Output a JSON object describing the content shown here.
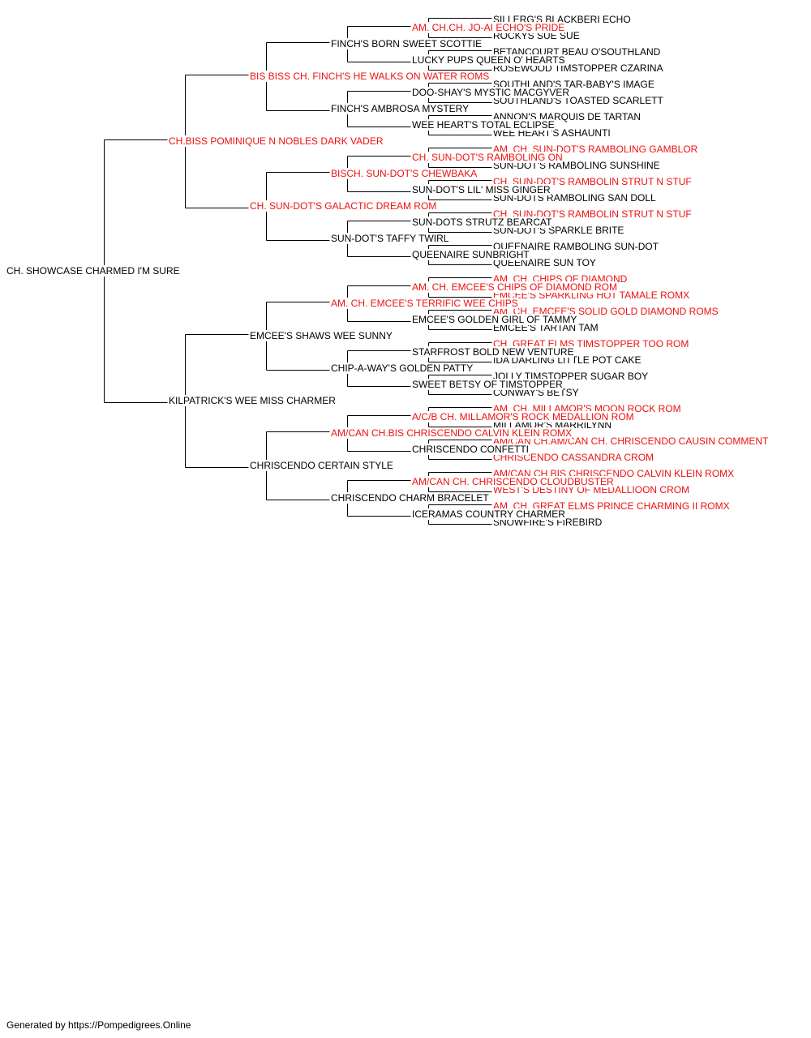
{
  "colors": {
    "champion": "#ee1111",
    "normal": "#000000",
    "line": "#000000"
  },
  "footer": "Generated by https://Pompedigrees.Online",
  "pedigree": {
    "name": "CH. SHOWCASE CHARMED I'M SURE",
    "champion": false,
    "sire": {
      "name": "CH.BISS POMINIQUE N NOBLES DARK VADER",
      "champion": true,
      "sire": {
        "name": "BIS BISS CH. FINCH'S HE WALKS ON WATER ROMS",
        "champion": true,
        "sire": {
          "name": "FINCH'S BORN SWEET SCOTTIE",
          "champion": false,
          "sire": {
            "name": "AM. CH.CH. JO-AI ECHO'S PRIDE",
            "champion": true,
            "sire": {
              "name": "SILLERG'S BLACKBERI ECHO",
              "champion": false
            },
            "dam": {
              "name": "ROCKYS SUE SUE",
              "champion": false
            }
          },
          "dam": {
            "name": "LUCKY PUPS QUEEN O' HEARTS",
            "champion": false,
            "sire": {
              "name": "BETANCOURT BEAU O'SOUTHLAND",
              "champion": false
            },
            "dam": {
              "name": "ROSEWOOD TIMSTOPPER CZARINA",
              "champion": false
            }
          }
        },
        "dam": {
          "name": "FINCH'S AMBROSA MYSTERY",
          "champion": false,
          "sire": {
            "name": "DOO-SHAY'S MYSTIC MACGYVER",
            "champion": false,
            "sire": {
              "name": "SOUTHLAND'S TAR-BABY'S IMAGE",
              "champion": false
            },
            "dam": {
              "name": "SOUTHLAND'S TOASTED SCARLETT",
              "champion": false
            }
          },
          "dam": {
            "name": "WEE HEART'S TOTAL ECLIPSE",
            "champion": false,
            "sire": {
              "name": "ANNON'S MARQUIS DE TARTAN",
              "champion": false
            },
            "dam": {
              "name": "WEE HEART'S ASHAUNTI",
              "champion": false
            }
          }
        }
      },
      "dam": {
        "name": "CH. SUN-DOT'S GALACTIC DREAM ROM",
        "champion": true,
        "sire": {
          "name": "BISCH. SUN-DOT'S CHEWBAKA",
          "champion": true,
          "sire": {
            "name": "CH. SUN-DOT'S RAMBOLING ON",
            "champion": true,
            "sire": {
              "name": "AM. CH. SUN-DOT'S RAMBOLING GAMBLOR",
              "champion": true
            },
            "dam": {
              "name": "SUN-DOT'S RAMBOLING SUNSHINE",
              "champion": false
            }
          },
          "dam": {
            "name": "SUN-DOT'S LIL' MISS GINGER",
            "champion": false,
            "sire": {
              "name": "CH. SUN-DOT'S RAMBOLIN STRUT N STUF",
              "champion": true
            },
            "dam": {
              "name": "SUN-DOTS RAMBOLING SAN DOLL",
              "champion": false
            }
          }
        },
        "dam": {
          "name": "SUN-DOT'S TAFFY TWIRL",
          "champion": false,
          "sire": {
            "name": "SUN-DOTS STRUTZ BEARCAT",
            "champion": false,
            "sire": {
              "name": "CH. SUN-DOT'S RAMBOLIN STRUT N STUF",
              "champion": true
            },
            "dam": {
              "name": "SUN-DOT'S SPARKLE BRITE",
              "champion": false
            }
          },
          "dam": {
            "name": "QUEENAIRE SUNBRIGHT",
            "champion": false,
            "sire": {
              "name": "QUEENAIRE RAMBOLING SUN-DOT",
              "champion": false
            },
            "dam": {
              "name": "QUEENAIRE SUN TOY",
              "champion": false
            }
          }
        }
      }
    },
    "dam": {
      "name": "KILPATRICK'S WEE MISS CHARMER",
      "champion": false,
      "sire": {
        "name": "EMCEE'S SHAWS WEE SUNNY",
        "champion": false,
        "sire": {
          "name": "AM. CH. EMCEE'S TERRIFIC WEE CHIPS",
          "champion": true,
          "sire": {
            "name": "AM. CH. EMCEE'S CHIPS OF DIAMOND ROM",
            "champion": true,
            "sire": {
              "name": "AM. CH. CHIPS OF DIAMOND",
              "champion": true
            },
            "dam": {
              "name": "EMCEE'S SPARKLING HOT TAMALE ROMX",
              "champion": true
            }
          },
          "dam": {
            "name": "EMCEE'S GOLDEN GIRL OF TAMMY",
            "champion": false,
            "sire": {
              "name": "AM. CH. EMCEE'S SOLID GOLD DIAMOND ROMS",
              "champion": true
            },
            "dam": {
              "name": "EMCEE'S TARTAN TAM",
              "champion": false
            }
          }
        },
        "dam": {
          "name": "CHIP-A-WAY'S GOLDEN PATTY",
          "champion": false,
          "sire": {
            "name": "STARFROST BOLD NEW VENTURE",
            "champion": false,
            "sire": {
              "name": "CH. GREAT ELMS TIMSTOPPER TOO ROM",
              "champion": true
            },
            "dam": {
              "name": "IDA DARLING LITTLE POT CAKE",
              "champion": false
            }
          },
          "dam": {
            "name": "SWEET BETSY OF TIMSTOPPER",
            "champion": false,
            "sire": {
              "name": "JOLLY TIMSTOPPER SUGAR BOY",
              "champion": false
            },
            "dam": {
              "name": "CONWAY'S BETSY",
              "champion": false
            }
          }
        }
      },
      "dam": {
        "name": "CHRISCENDO CERTAIN STYLE",
        "champion": false,
        "sire": {
          "name": "AM/CAN CH.BIS CHRISCENDO CALVIN KLEIN ROMX",
          "champion": true,
          "sire": {
            "name": "A/C/B CH. MILLAMOR'S ROCK MEDALLION ROM",
            "champion": true,
            "sire": {
              "name": "AM. CH. MILLAMOR'S MOON ROCK ROM",
              "champion": true
            },
            "dam": {
              "name": "MILLAMOR'S MARRILYNN",
              "champion": false
            }
          },
          "dam": {
            "name": "CHRISCENDO CONFETTI",
            "champion": false,
            "sire": {
              "name": "AM/CAN CH.AM/CAN CH. CHRISCENDO CAUSIN COMMENT",
              "champion": true
            },
            "dam": {
              "name": "CHRISCENDO CASSANDRA CROM",
              "champion": true
            }
          }
        },
        "dam": {
          "name": "CHRISCENDO CHARM BRACELET",
          "champion": false,
          "sire": {
            "name": "AM/CAN CH. CHRISCENDO CLOUDBUSTER",
            "champion": true,
            "sire": {
              "name": "AM/CAN CH.BIS CHRISCENDO CALVIN KLEIN ROMX",
              "champion": true
            },
            "dam": {
              "name": "WEST'S DESTINY OF MEDALLIOON CROM",
              "champion": true
            }
          },
          "dam": {
            "name": "ICERAMAS COUNTRY CHARMER",
            "champion": false,
            "sire": {
              "name": "AM. CH. GREAT ELMS PRINCE CHARMING II ROMX",
              "champion": true
            },
            "dam": {
              "name": "SNOWFIRE'S FIREBIRD",
              "champion": false
            }
          }
        }
      }
    }
  }
}
